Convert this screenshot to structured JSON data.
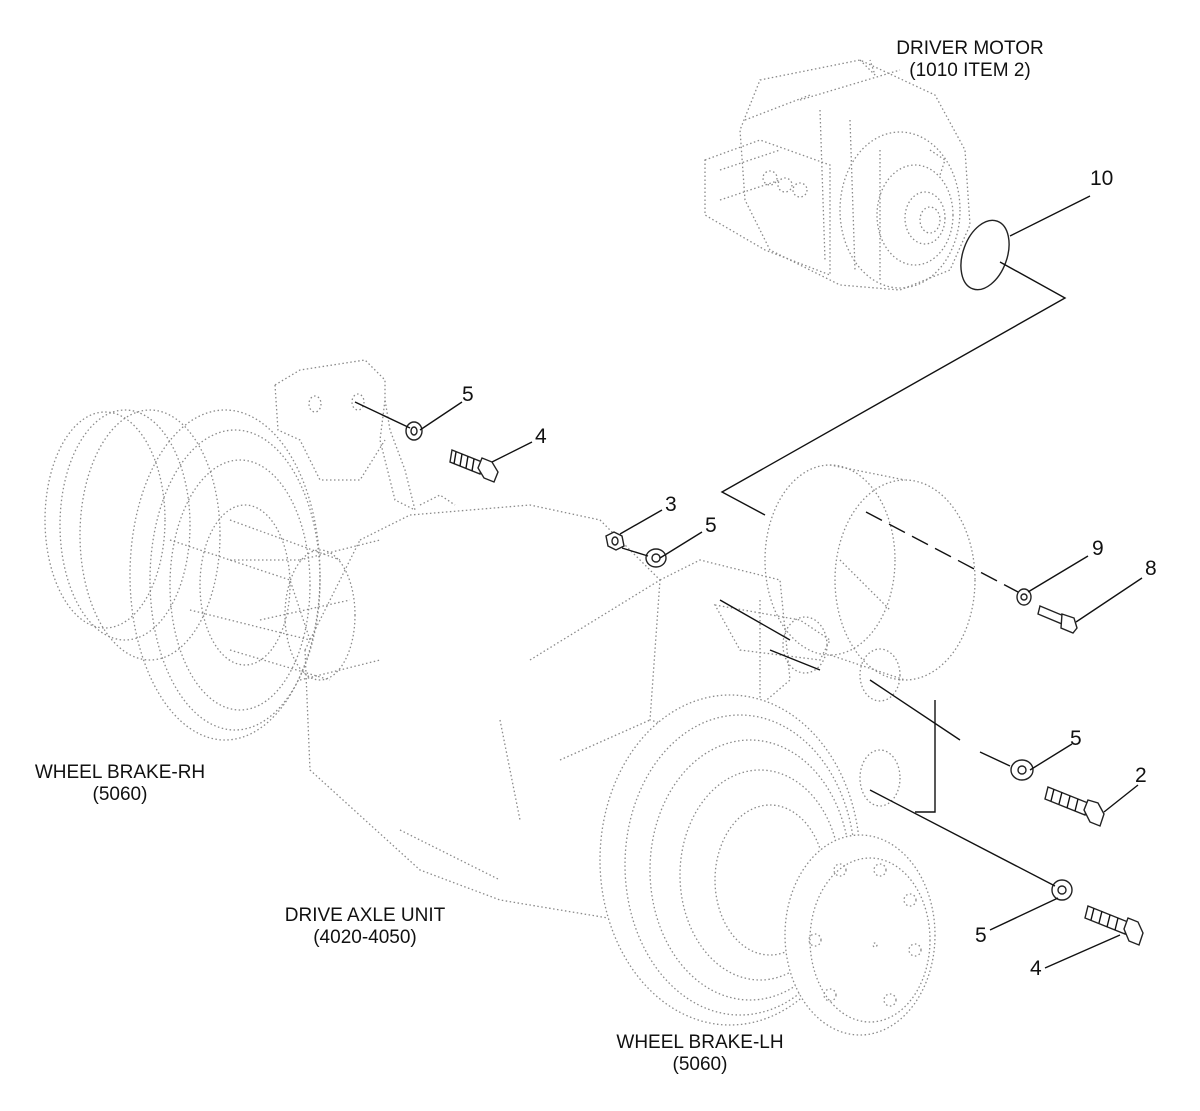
{
  "labels": {
    "driver_motor": {
      "name": "DRIVER MOTOR",
      "ref": "(1010 ITEM 2)"
    },
    "wheel_brake_rh": {
      "name": "WHEEL BRAKE-RH",
      "ref": "(5060)"
    },
    "drive_axle_unit": {
      "name": "DRIVE AXLE UNIT",
      "ref": "(4020-4050)"
    },
    "wheel_brake_lh": {
      "name": "WHEEL BRAKE-LH",
      "ref": "(5060)"
    }
  },
  "callouts": {
    "c10": "10",
    "c5_top": "5",
    "c4_top": "4",
    "c3": "3",
    "c5_mid": "5",
    "c9": "9",
    "c8": "8",
    "c5_right": "5",
    "c2": "2",
    "c5_bottom": "5",
    "c4_bottom": "4"
  }
}
